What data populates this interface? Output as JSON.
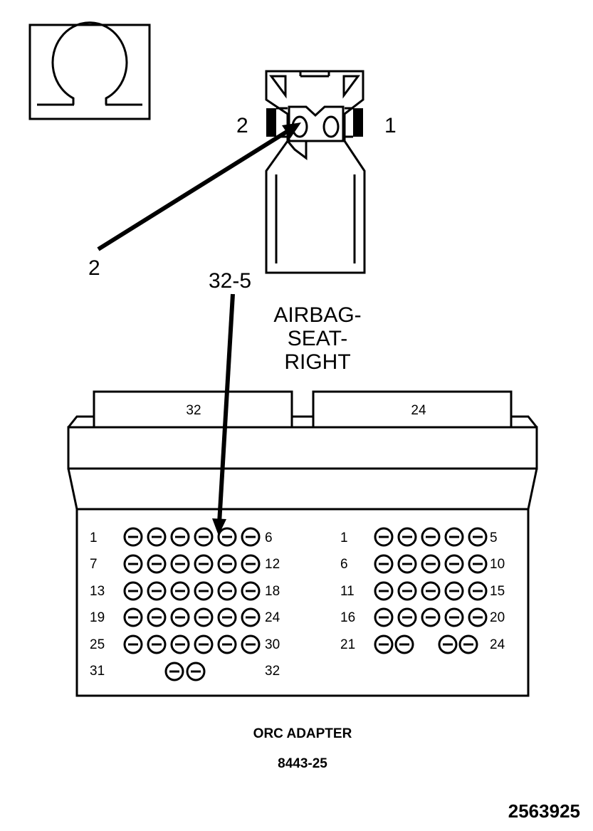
{
  "symbol": {
    "name": "ohm-icon"
  },
  "connector": {
    "pin_left_label": "2",
    "pin_right_label": "1",
    "probe_label": "2",
    "name_lines": [
      "AIRBAG-",
      "SEAT-",
      "RIGHT"
    ]
  },
  "adapter_probe_label": "32-5",
  "adapter": {
    "left_tab_label": "32",
    "right_tab_label": "24",
    "left_rows": [
      {
        "start": "1",
        "end": "6",
        "count": 6
      },
      {
        "start": "7",
        "end": "12",
        "count": 6
      },
      {
        "start": "13",
        "end": "18",
        "count": 6
      },
      {
        "start": "19",
        "end": "24",
        "count": 6
      },
      {
        "start": "25",
        "end": "30",
        "count": 6
      },
      {
        "start": "31",
        "end": "32",
        "count": 2
      }
    ],
    "right_rows": [
      {
        "start": "1",
        "end": "5",
        "count": 5
      },
      {
        "start": "6",
        "end": "10",
        "count": 5
      },
      {
        "start": "11",
        "end": "15",
        "count": 5
      },
      {
        "start": "16",
        "end": "20",
        "count": 5
      },
      {
        "start": "21",
        "end": "24",
        "count": 4
      }
    ],
    "caption": "ORC ADAPTER",
    "part_number": "8443-25"
  },
  "figure_id": "2563925"
}
